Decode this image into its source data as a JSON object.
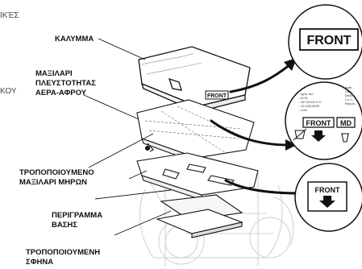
{
  "edge_text": {
    "top_left": "ΙΚΈΣ",
    "mid_left": "ΚΟΥ"
  },
  "labels": {
    "cover": "ΚΑΛΥΜΜΑ",
    "air_foam_cushion_l1": "ΜΑΞΙΛΑΡΙ",
    "air_foam_cushion_l2": "ΠΛΕΥΣΤΟΤΗΤΑΣ",
    "air_foam_cushion_l3": "ΑΕΡΑ-ΑΦΡΟΥ",
    "thigh_cushion_l1": "ΤΡΟΠΟΠΟΙΟΥΜΕΝΟ",
    "thigh_cushion_l2": "ΜΑΞΙΛΑΡΙ ΜΗΡΩΝ",
    "base_outline_l1": "ΠΕΡΙΓΡΑΜΜΑ",
    "base_outline_l2": "ΒΑΣΗΣ",
    "wedge_l1": "ΤΡΟΠΟΠΟΙΟΥΜΕΝΗ",
    "wedge_l2": "ΣΦΗΝΑ"
  },
  "callouts": {
    "front_large": "FRONT",
    "front_tag_on_cover": "FRONT",
    "front_mid": "FRONT",
    "md_badge": "MD",
    "front_bottom": "FRONT",
    "label_text_l1": "...igns, Inc.",
    "label_text_l2": "...ld St",
    "label_text_l3": "...WI 54115 U.S.",
    "label_text_l4": "...20-336-5500",
    "label_text_l5": "...com",
    "label_text_r1": "Auth...",
    "label_text_r2": "Calc...",
    "label_text_r3": "Dedi...",
    "label_text_r4": "Co C...",
    "label_text_r5": "Repub..."
  },
  "icons": [
    "arrow-down-icon",
    "wash-icon",
    "recycle-icon"
  ]
}
